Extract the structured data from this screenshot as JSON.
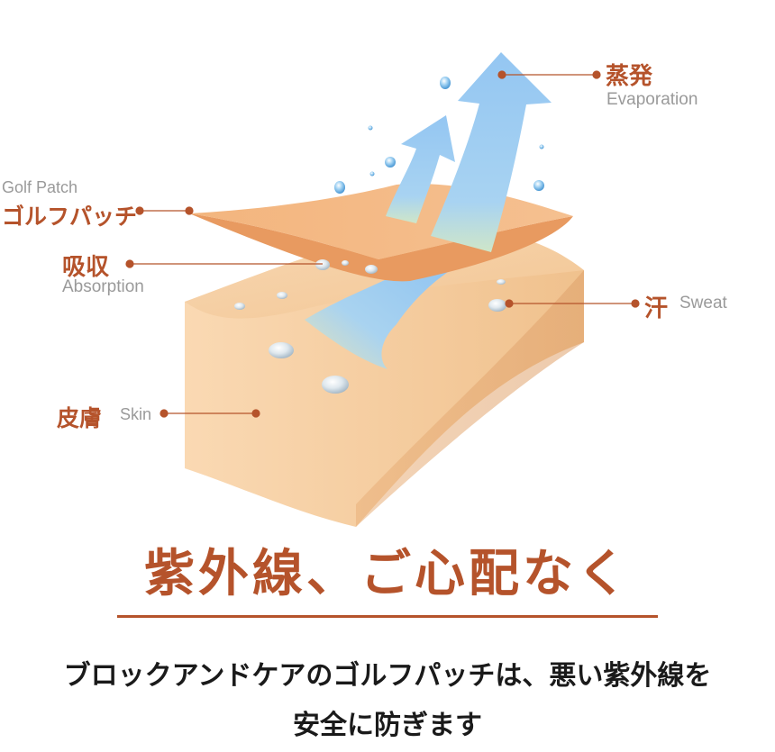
{
  "labels": {
    "evaporation": {
      "jp": "蒸発",
      "en": "Evaporation"
    },
    "golf_patch": {
      "en": "Golf Patch",
      "jp": "ゴルフパッチ"
    },
    "absorption": {
      "jp": "吸収",
      "en": "Absorption"
    },
    "sweat": {
      "jp": "汗",
      "en": "Sweat"
    },
    "skin": {
      "jp": "皮膚",
      "en": "Skin"
    }
  },
  "headline": "紫外線、ご心配なく",
  "body": {
    "line1": "ブロックアンドケアのゴルフパッチは、悪い紫外線を",
    "line2": "安全に防ぎます"
  },
  "colors": {
    "accent": "#b5532b",
    "skin": "#f5c99a",
    "patch": "#f0b27a",
    "arrow": "#9fcdf2"
  }
}
